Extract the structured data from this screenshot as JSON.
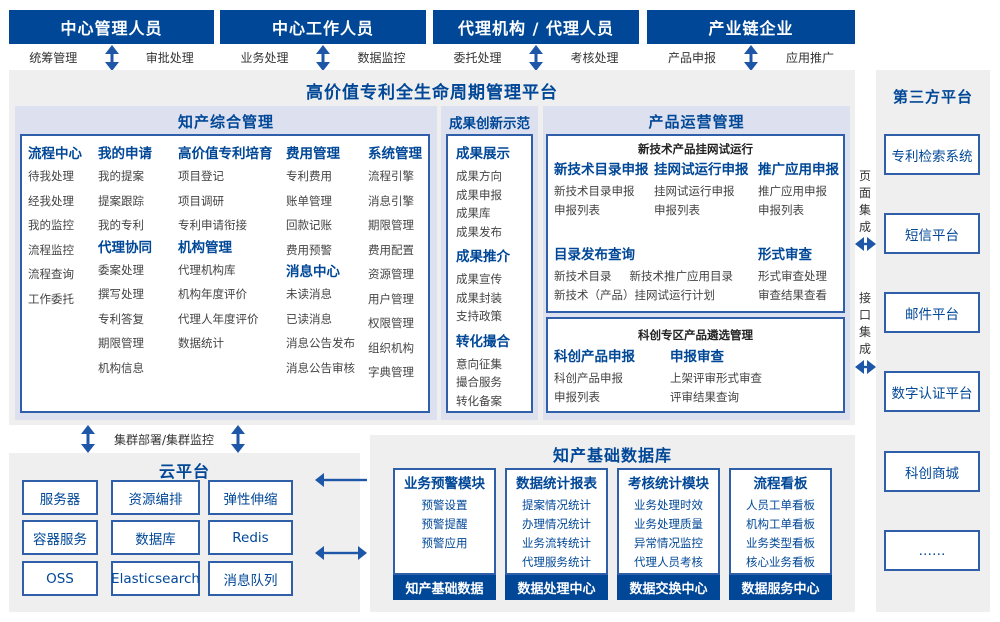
{
  "roles": [
    {
      "title": "中心管理人员",
      "left": "统筹管理",
      "right": "审批处理"
    },
    {
      "title": "中心工作人员",
      "left": "业务处理",
      "right": "数据监控"
    },
    {
      "title": "代理机构 / 代理人员",
      "left": "委托处理",
      "right": "考核处理"
    },
    {
      "title": "产业链企业",
      "left": "产品申报",
      "right": "应用推广"
    }
  ],
  "platform_title": "高价值专利全生命周期管理平台",
  "ip_mgmt": {
    "title": "知产综合管理",
    "columns": [
      {
        "groups": [
          {
            "head": "流程中心",
            "items": [
              "待我处理",
              "经我处理",
              "我的监控",
              "流程监控",
              "流程查询",
              "工作委托"
            ]
          }
        ]
      },
      {
        "groups": [
          {
            "head": "我的申请",
            "items": [
              "我的提案",
              "提案跟踪",
              "我的专利"
            ]
          },
          {
            "head": "代理协同",
            "items": [
              "委案处理",
              "撰写处理",
              "专利答复",
              "期限管理",
              "机构信息"
            ]
          }
        ]
      },
      {
        "groups": [
          {
            "head": "高价值专利培育",
            "items": [
              "项目登记",
              "项目调研",
              "专利申请衔接"
            ]
          },
          {
            "head": "机构管理",
            "items": [
              "代理机构库",
              "机构年度评价",
              "代理人年度评价",
              "数据统计"
            ]
          }
        ]
      },
      {
        "groups": [
          {
            "head": "费用管理",
            "items": [
              "专利费用",
              "账单管理",
              "回款记账",
              "费用预警"
            ]
          },
          {
            "head": "消息中心",
            "items": [
              "未读消息",
              "已读消息",
              "消息公告发布",
              "消息公告审核"
            ]
          }
        ]
      },
      {
        "groups": [
          {
            "head": "系统管理",
            "items": [
              "流程引擎",
              "消息引擎",
              "期限管理",
              "费用配置",
              "资源管理",
              "用户管理",
              "权限管理",
              "组织机构",
              "字典管理"
            ]
          }
        ]
      }
    ]
  },
  "achievements": {
    "title": "成果创新示范",
    "groups": [
      {
        "head": "成果展示",
        "items": [
          "成果方向",
          "成果申报",
          "成果库",
          "成果发布"
        ]
      },
      {
        "head": "成果推介",
        "items": [
          "成果宣传",
          "成果封装",
          "支持政策"
        ]
      },
      {
        "head": "转化撮合",
        "items": [
          "意向征集",
          "撮合服务",
          "转化备案"
        ]
      }
    ]
  },
  "product_ops": {
    "title": "产品运营管理",
    "box1": {
      "title": "新技术产品挂网试运行",
      "g1": {
        "head": "新技术目录申报",
        "items": [
          "新技术目录申报",
          "申报列表"
        ]
      },
      "g2": {
        "head": "挂网试运行申报",
        "items": [
          "挂网试运行申报",
          "申报列表"
        ]
      },
      "g3": {
        "head": "推广应用申报",
        "items": [
          "推广应用申报",
          "申报列表"
        ]
      },
      "g4": {
        "head": "目录发布查询",
        "items": [
          "新技术目录",
          "新技术推广应用目录",
          "新技术（产品）挂网试运行计划"
        ]
      },
      "g5": {
        "head": "形式审查",
        "items": [
          "形式审查处理",
          "审查结果查看"
        ]
      }
    },
    "box2": {
      "title": "科创专区产品遴选管理",
      "g1": {
        "head": "科创产品申报",
        "items": [
          "科创产品申报",
          "申报列表"
        ]
      },
      "g2": {
        "head": "申报审查",
        "items": [
          "上架评审形式审查",
          "评审结果查询"
        ]
      }
    }
  },
  "integration": {
    "page": "页面集成",
    "api": "接口集成"
  },
  "third_party": {
    "title": "第三方平台",
    "items": [
      "专利检索系统",
      "短信平台",
      "邮件平台",
      "数字认证平台",
      "科创商城",
      "……"
    ]
  },
  "cluster_label": "集群部署/集群监控",
  "cloud": {
    "title": "云平台",
    "items": [
      "服务器",
      "资源编排",
      "弹性伸缩",
      "容器服务",
      "数据库",
      "Redis",
      "OSS",
      "Elasticsearch",
      "消息队列"
    ]
  },
  "kb": {
    "title": "知产基础数据库",
    "modules": [
      {
        "head": "业务预警模块",
        "items": [
          "预警设置",
          "预警提醒",
          "预警应用"
        ],
        "foot": "知产基础数据"
      },
      {
        "head": "数据统计报表",
        "items": [
          "提案情况统计",
          "办理情况统计",
          "业务流转统计",
          "代理服务统计"
        ],
        "foot": "数据处理中心"
      },
      {
        "head": "考核统计模块",
        "items": [
          "业务处理时效",
          "业务处理质量",
          "异常情况监控",
          "代理人员考核"
        ],
        "foot": "数据交换中心"
      },
      {
        "head": "流程看板",
        "items": [
          "人员工单看板",
          "机构工单看板",
          "业务类型看板",
          "核心业务看板"
        ],
        "foot": "数据服务中心"
      }
    ]
  },
  "colors": {
    "primary": "#004797",
    "panel": "#dde1ef",
    "background": "#efefef"
  }
}
